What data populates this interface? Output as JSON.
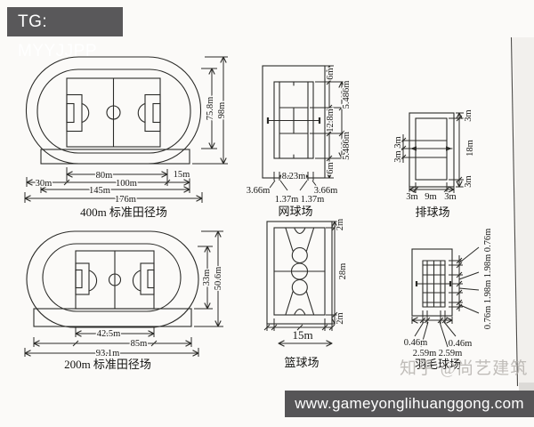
{
  "overlays": {
    "tg_badge": "TG: MYYJJPP",
    "zhihu_watermark": "知乎 @尚艺建筑",
    "site_bar": "www.gameyonglihuanggong.com"
  },
  "colors": {
    "ink": "#2b2b28",
    "paper": "#fbfaf8",
    "badge_bg": "#59585a",
    "bar_bg": "#565557",
    "watermark_gray": "#b2aeaa"
  },
  "track400": {
    "title": "400m 标准田径场",
    "height_inner": "75.8m",
    "height_outer": "98m",
    "w_field": "80m",
    "w_runout": "15m",
    "w_left": "30m",
    "w_100": "100m",
    "w_straight": "145m",
    "w_total": "176m"
  },
  "tennis": {
    "title": "网球场",
    "v_top": "6m",
    "v_back_upper": "5.486m",
    "v_mid": "12.8m",
    "v_back_lower": "5.486m",
    "v_bottom": "6m",
    "w_singles": "8.23m",
    "w_side_left": "3.66m",
    "w_side_right": "3.66m",
    "w_alley_left": "1.37m",
    "w_alley_right": "1.37m"
  },
  "volleyball": {
    "title": "排球场",
    "attack_upper": "3m",
    "attack_lower": "3m",
    "v_top": "3m",
    "v_len": "18m",
    "v_bottom": "3m",
    "h_left": "3m",
    "h_mid": "9m",
    "h_right": "3m"
  },
  "track200": {
    "title": "200m 标准田径场",
    "height_inner": "33m",
    "height_outer": "50.6m",
    "w_field": "42.5m",
    "w_straight": "85m",
    "w_total": "93.1m"
  },
  "basketball": {
    "title": "篮球场",
    "v_top": "2m",
    "v_len": "28m",
    "v_bottom": "2m",
    "h_width": "15m"
  },
  "badminton": {
    "title": "羽毛球场",
    "r1": "0.76m",
    "r2": "1.98m",
    "r3": "1.98m",
    "r4": "0.76m",
    "b_left_046": "0.46m",
    "b_right_046": "0.46m",
    "b_left_259": "2.59m",
    "b_right_259": "2.59m"
  }
}
